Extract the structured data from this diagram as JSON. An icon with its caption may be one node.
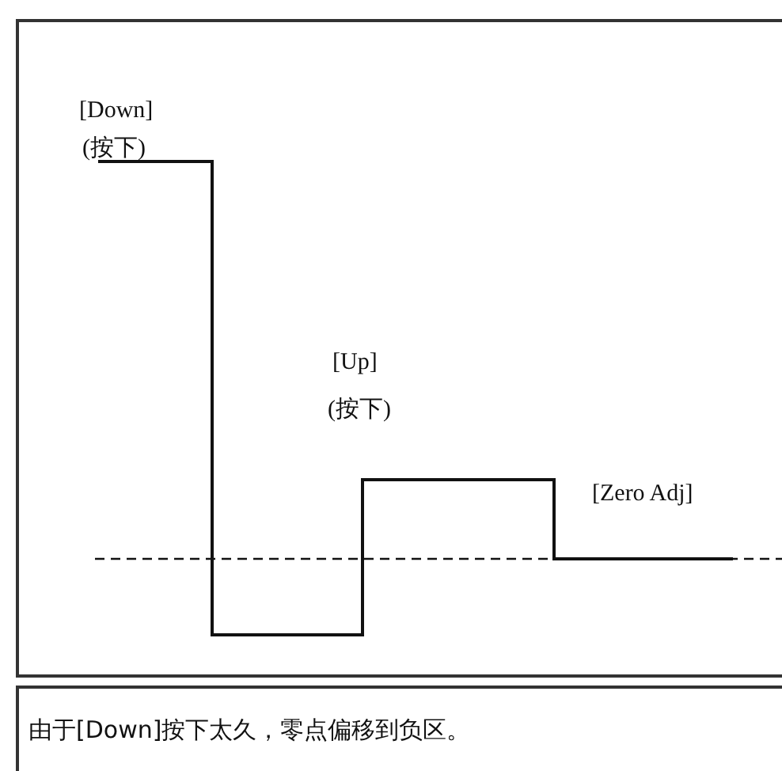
{
  "diagram": {
    "labels": [
      "[Down]",
      "(按下)",
      "[Up]",
      "(按下)",
      "[Zero Adj]"
    ],
    "caption": "由于[Down]按下太久，零点偏移到负区。"
  }
}
